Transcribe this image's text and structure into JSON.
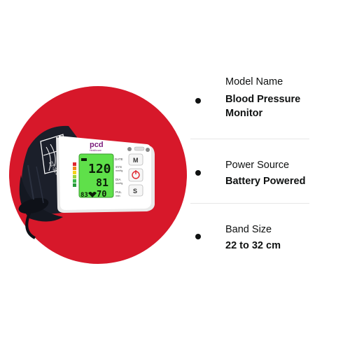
{
  "product": {
    "brand_logo_text": "pcd",
    "brand_sub_text": "Healthcare",
    "display": {
      "systolic": "120",
      "diastolic": "81",
      "pulse": "70",
      "memory": "83",
      "date_label": "DATE",
      "sys_label": "SYS",
      "sys_unit": "mmHg",
      "dia_label": "DIA",
      "dia_unit": "mmHg",
      "pul_label": "PUL",
      "pul_unit": "/min"
    },
    "buttons": {
      "memory": "M",
      "set": "S"
    },
    "cuff_text": "22-32cm",
    "colors": {
      "background_circle": "#d7182a",
      "lcd_green": "#5fe04a",
      "cuff": "#1b1f2a",
      "power_button": "#e0262f"
    }
  },
  "specs": [
    {
      "label": "Model Name",
      "value": "Blood Pressure Monitor"
    },
    {
      "label": "Power Source",
      "value": "Battery Powered"
    },
    {
      "label": "Band Size",
      "value": "22 to 32 cm"
    }
  ]
}
